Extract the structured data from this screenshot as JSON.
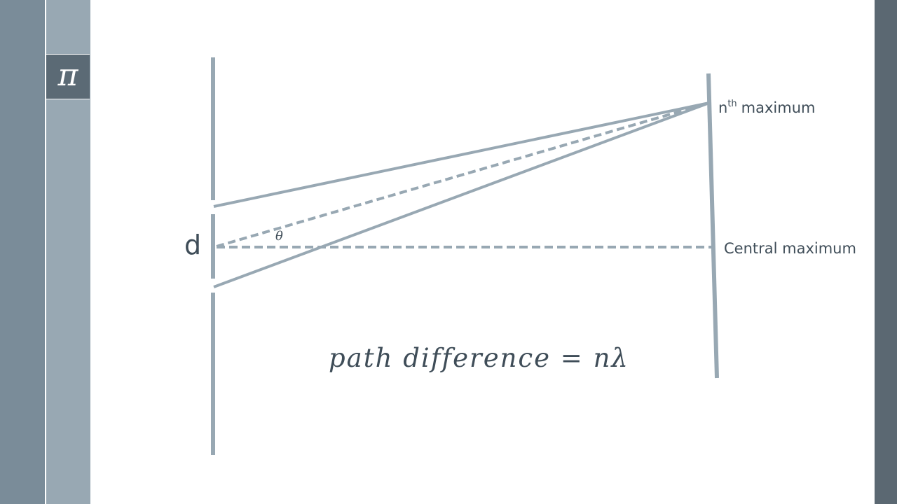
{
  "logo": {
    "glyph": "π"
  },
  "labels": {
    "slit_separation": "d",
    "angle": "θ",
    "nth_max_prefix": "n",
    "nth_max_sup": "th",
    "nth_max_suffix": "maximum",
    "central_max": "Central maximum"
  },
  "formula": "path difference = nλ",
  "colors": {
    "line": "#98a8b3",
    "text": "#3f4d58",
    "band_dark": "#5b6a75",
    "band_mid": "#7a8c99",
    "band_light": "#98a8b3"
  }
}
